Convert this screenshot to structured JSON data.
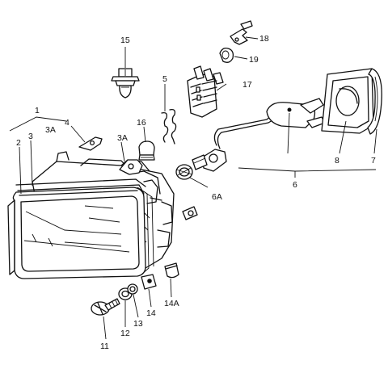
{
  "labels": {
    "l1": "1",
    "l2": "2",
    "l3": "3",
    "l3a_left": "3A",
    "l3a_mid": "3A",
    "l4": "4",
    "l5": "5",
    "l6": "6",
    "l6a": "6A",
    "l7": "7",
    "l8": "8",
    "l11": "11",
    "l12": "12",
    "l13": "13",
    "l14": "14",
    "l14a": "14A",
    "l15": "15",
    "l16": "16",
    "l17": "17",
    "l18": "18",
    "l19": "19"
  }
}
